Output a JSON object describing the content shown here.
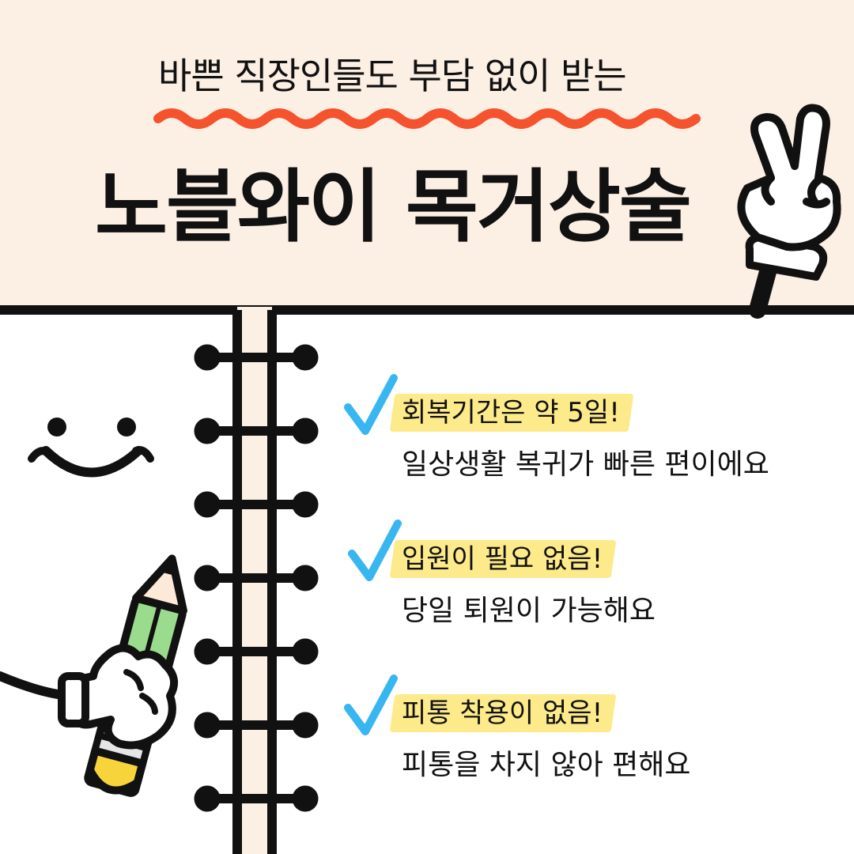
{
  "header": {
    "subtitle": "바쁜 직장인들도 부담 없이 받는",
    "title": "노블와이 목거상술"
  },
  "items": [
    {
      "heading": "회복기간은 약 5일!",
      "description": "일상생활 복귀가 빠른 편이에요"
    },
    {
      "heading": "입원이 필요 없음!",
      "description": "당일 퇴원이 가능해요"
    },
    {
      "heading": "피통 착용이 없음!",
      "description": "피통을 차지 않아 편해요"
    }
  ],
  "colors": {
    "header_bg": "#fcefe4",
    "wave": "#f5522e",
    "highlight": "#fdea8a",
    "check": "#38b6f0",
    "pencil_body": "#9bdb8d",
    "pencil_tip": "#f7d43a",
    "spine": "#fcefe4"
  },
  "icons": [
    "peace-hand-icon",
    "smiley-face-icon",
    "pencil-hand-icon",
    "checkmark-icon",
    "spiral-binding-icon"
  ]
}
